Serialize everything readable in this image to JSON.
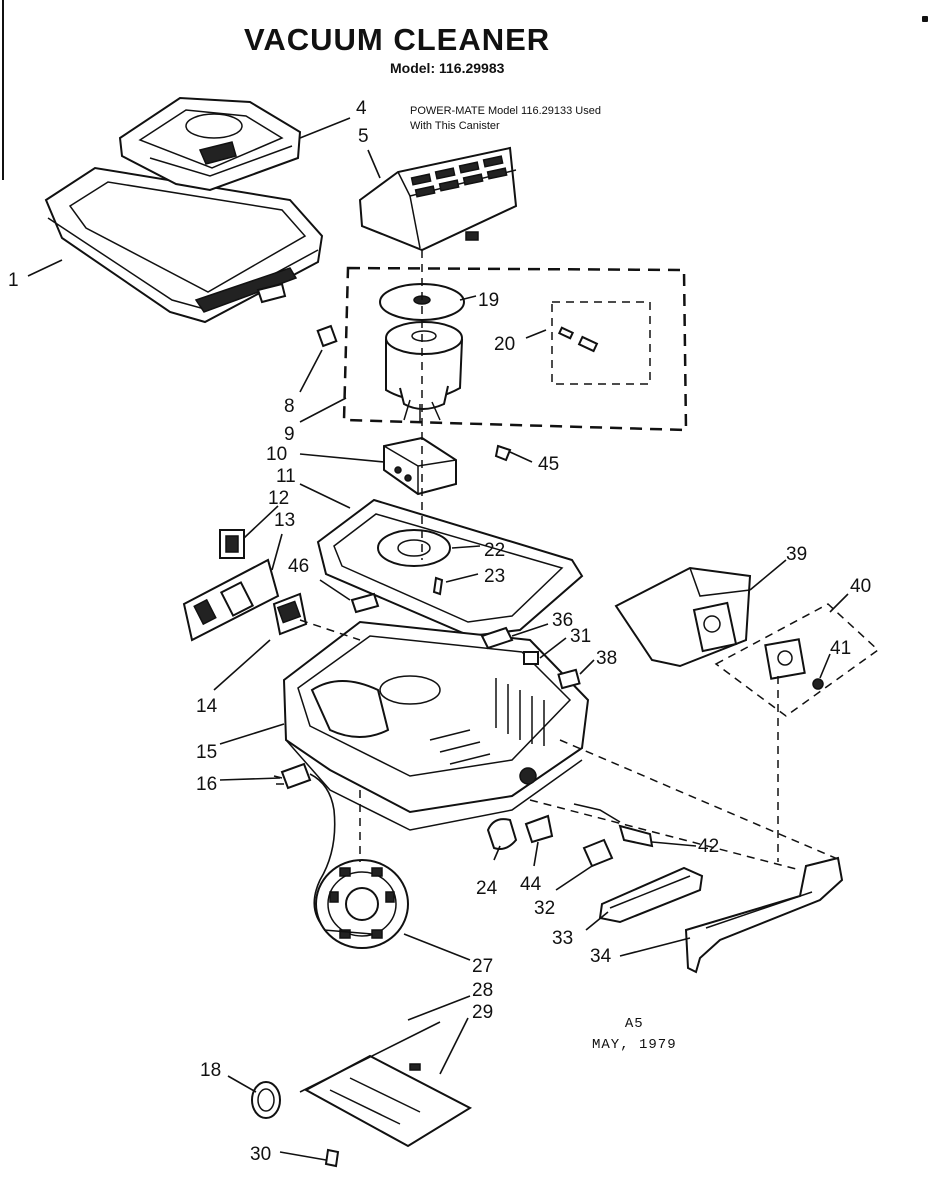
{
  "title": "VACUUM CLEANER",
  "model": "Model: 116.29983",
  "note": {
    "line1": "POWER-MATE Model 116.29133 Used",
    "line2": "With This Canister"
  },
  "footer": {
    "code": "A5",
    "date": "MAY, 1979"
  },
  "callouts": {
    "c1": "1",
    "c4": "4",
    "c5": "5",
    "c8": "8",
    "c9": "9",
    "c10": "10",
    "c11": "11",
    "c12": "12",
    "c13": "13",
    "c14": "14",
    "c15": "15",
    "c16": "16",
    "c18": "18",
    "c19": "19",
    "c20": "20",
    "c22": "22",
    "c23": "23",
    "c24": "24",
    "c27": "27",
    "c28": "28",
    "c29": "29",
    "c30": "30",
    "c31": "31",
    "c32": "32",
    "c33": "33",
    "c34": "34",
    "c36": "36",
    "c38": "38",
    "c39": "39",
    "c40": "40",
    "c41": "41",
    "c42": "42",
    "c44": "44",
    "c45": "45",
    "c46": "46"
  }
}
